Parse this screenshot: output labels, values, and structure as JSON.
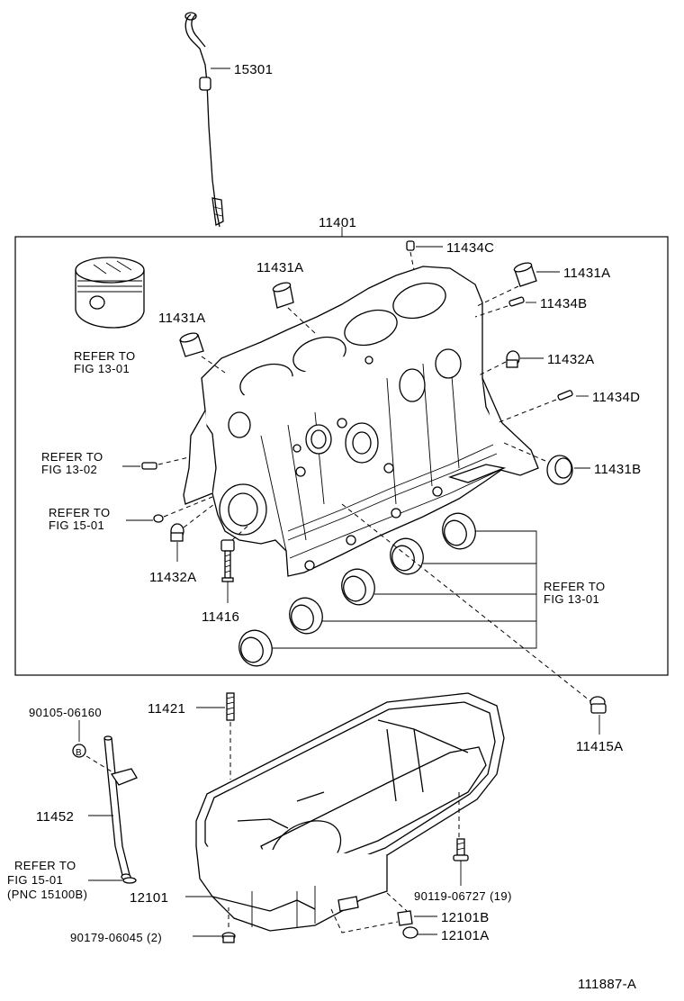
{
  "labels": {
    "dipstick": "15301",
    "block_assy": "11401",
    "plug_c": "11434C",
    "plug_a_left": "11431A",
    "plug_a_right": "11431A",
    "plug_a_mid": "11431A",
    "plug_b_pin": "11434B",
    "plug_432a_right": "11432A",
    "pin_434d": "11434D",
    "plug_431b": "11431B",
    "plug_432a_left": "11432A",
    "stud_11416": "11416",
    "drain_plug_11415a": "11415A",
    "stud_11421": "11421",
    "bolt_90105": "90105-06160",
    "guide_11452": "11452",
    "oil_pan_12101": "12101",
    "bolt_90119": "90119-06727 (19)",
    "gasket_90179": "90179-06045 (2)",
    "clip_12101b": "12101B",
    "clip_12101a": "12101A",
    "diagram_id": "111887-A"
  },
  "refs": {
    "piston_line1": "REFER TO",
    "piston_line2": "FIG 13-01",
    "side_line1": "REFER TO",
    "side_line2": "FIG 13-02",
    "sensor_line1": "REFER TO",
    "sensor_line2": "FIG 15-01",
    "bearings_line1": "REFER TO",
    "bearings_line2": "FIG 13-01",
    "pnc_line1": "REFER TO",
    "pnc_line2": "FIG 15-01",
    "pnc_line3": "(PNC 15100B)"
  },
  "markers": {
    "bolt_b": "B"
  }
}
